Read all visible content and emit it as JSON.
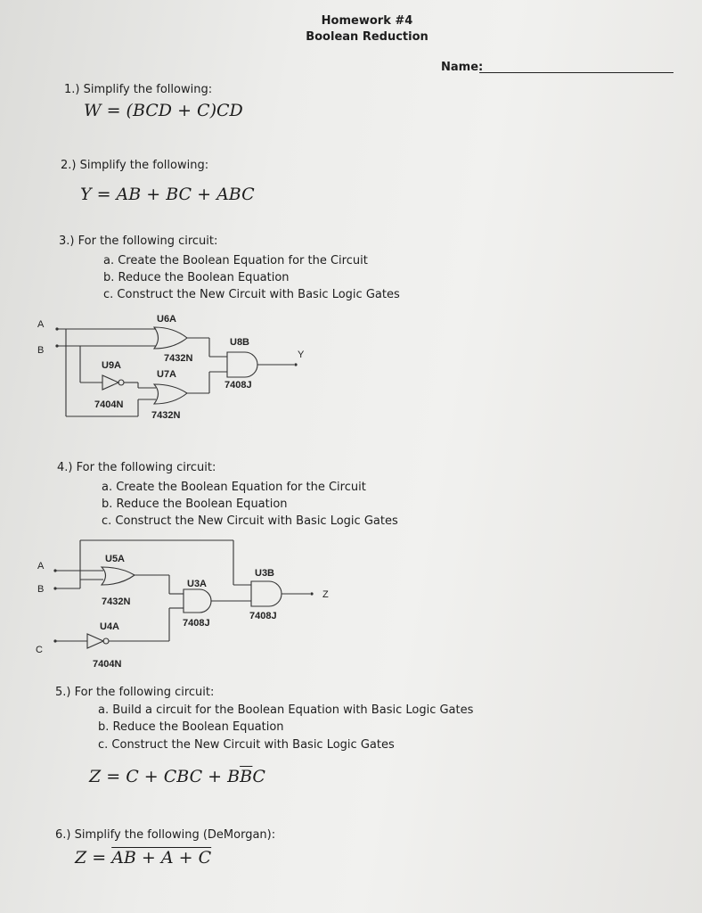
{
  "header": {
    "title": "Homework #4",
    "subtitle": "Boolean Reduction",
    "name_label": "Name:"
  },
  "q1": {
    "prompt": "1.) Simplify the following:",
    "equation": "W = (BCD + C)CD"
  },
  "q2": {
    "prompt": "2.) Simplify the following:",
    "equation": "Y = AB + BC + ABC"
  },
  "q3": {
    "prompt": "3.) For the following circuit:",
    "items": [
      "a.  Create the Boolean Equation for the Circuit",
      "b.  Reduce the Boolean Equation",
      "c.  Construct the New Circuit with Basic Logic Gates"
    ],
    "circuit": {
      "inputs": [
        "A",
        "B"
      ],
      "output": "Y",
      "labels": {
        "u6a": "U6A",
        "u8b": "U8B",
        "u9a": "U9A",
        "u7a": "U7A",
        "u6a_part": "7432N",
        "u8b_part": "7408J",
        "u9a_part": "7404N",
        "u7a_part": "7432N"
      }
    }
  },
  "q4": {
    "prompt": "4.) For the following circuit:",
    "items": [
      "a.  Create the Boolean Equation for the Circuit",
      "b.  Reduce the Boolean Equation",
      "c.  Construct the New Circuit with Basic Logic Gates"
    ],
    "circuit": {
      "inputs": [
        "A",
        "B",
        "C"
      ],
      "output": "Z",
      "labels": {
        "u5a": "U5A",
        "u3b": "U3B",
        "u3a": "U3A",
        "u4a": "U4A",
        "u5a_part": "7432N",
        "u3b_part": "7408J",
        "u3a_part": "7408J",
        "u4a_part": "7404N"
      }
    }
  },
  "q5": {
    "prompt": "5.) For the following circuit:",
    "items": [
      "a.  Build a circuit for the Boolean Equation with Basic Logic Gates",
      "b.  Reduce the Boolean Equation",
      "c.  Construct the New Circuit with Basic Logic Gates"
    ],
    "equation_prefix": "Z = C + CBC + B",
    "equation_bar": "B",
    "equation_suffix": "C"
  },
  "q6": {
    "prompt": "6.) Simplify the following (DeMorgan):",
    "equation_prefix": "Z = ",
    "equation_bar": "AB + A + C"
  }
}
